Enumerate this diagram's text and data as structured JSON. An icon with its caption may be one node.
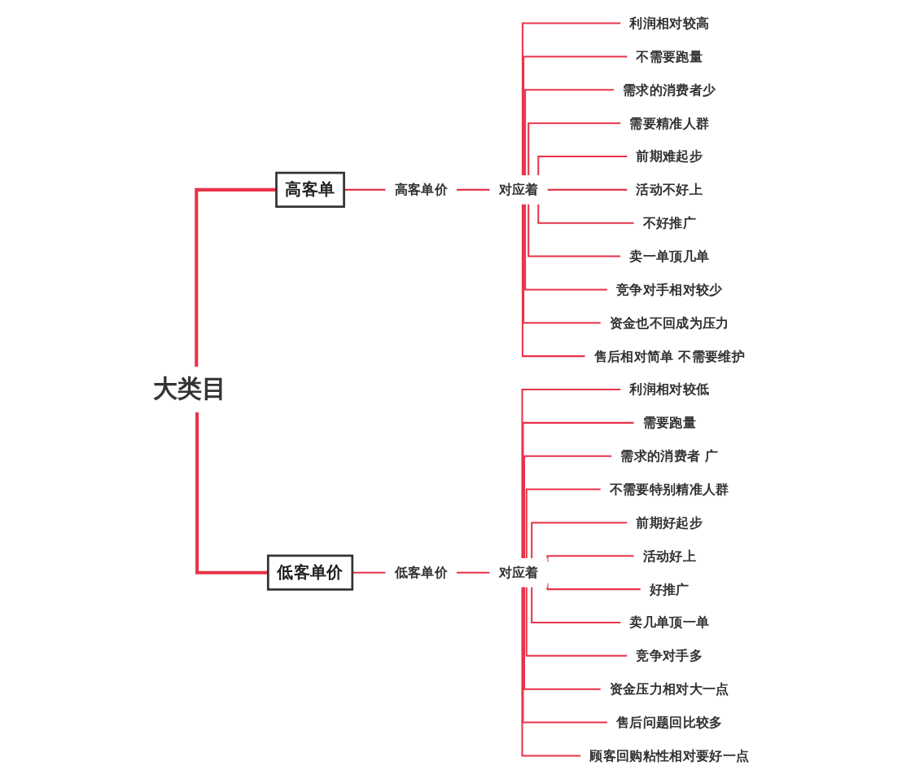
{
  "diagram": {
    "nodes": [
      {
        "text": [
          "大类目"
        ]
      },
      {
        "text": [
          "高客单"
        ]
      },
      {
        "text": [
          "高客单价"
        ]
      },
      {
        "text": [
          "对应着"
        ]
      },
      {
        "text": [
          "利润相对较高"
        ]
      },
      {
        "text": [
          "不需要跑量"
        ]
      },
      {
        "text": [
          "需求的消费者少"
        ]
      },
      {
        "text": [
          "需要精准人群"
        ]
      },
      {
        "text": [
          "前期难起步"
        ]
      },
      {
        "text": [
          "活动不好上"
        ]
      },
      {
        "text": [
          "不好推广"
        ]
      },
      {
        "text": [
          "卖一单顶几单"
        ]
      },
      {
        "text": [
          "竞争对手相对较少"
        ]
      },
      {
        "text": [
          "资金也不回成为压力"
        ]
      },
      {
        "text": [
          "售后相对简单 不需要维护"
        ]
      },
      {
        "text": [
          "低客单价"
        ]
      },
      {
        "text": [
          "低客单价"
        ]
      },
      {
        "text": [
          "对应着"
        ]
      },
      {
        "text": [
          "利润相对较低"
        ]
      },
      {
        "text": [
          "需要跑量"
        ]
      },
      {
        "text": [
          "需求的消费者 广"
        ]
      },
      {
        "text": [
          "不需要特别精准人群"
        ]
      },
      {
        "text": [
          "前期好起步"
        ]
      },
      {
        "text": [
          "活动好上"
        ]
      },
      {
        "text": [
          "好推广"
        ]
      },
      {
        "text": [
          "卖几单顶一单"
        ]
      },
      {
        "text": [
          "竞争对手多"
        ]
      },
      {
        "text": [
          "资金压力相对大一点"
        ]
      },
      {
        "text": [
          "售后问题回比较多"
        ]
      },
      {
        "text": [
          "顾客回购粘性相对要好一点"
        ]
      }
    ],
    "edges": [
      {
        "from": 0,
        "to": 1,
        "arrow": "none"
      },
      {
        "from": 1,
        "to": 2,
        "arrow": "none"
      },
      {
        "from": 2,
        "to": 3,
        "arrow": "none"
      },
      {
        "from": 3,
        "to": 4,
        "arrow": "none"
      },
      {
        "from": 3,
        "to": 5,
        "arrow": "none"
      },
      {
        "from": 3,
        "to": 6,
        "arrow": "none"
      },
      {
        "from": 3,
        "to": 7,
        "arrow": "none"
      },
      {
        "from": 3,
        "to": 8,
        "arrow": "none"
      },
      {
        "from": 3,
        "to": 9,
        "arrow": "none"
      },
      {
        "from": 3,
        "to": 10,
        "arrow": "none"
      },
      {
        "from": 3,
        "to": 11,
        "arrow": "none"
      },
      {
        "from": 3,
        "to": 12,
        "arrow": "none"
      },
      {
        "from": 3,
        "to": 13,
        "arrow": "none"
      },
      {
        "from": 3,
        "to": 14,
        "arrow": "none"
      },
      {
        "from": 0,
        "to": 15,
        "arrow": "none"
      },
      {
        "from": 15,
        "to": 16,
        "arrow": "none"
      },
      {
        "from": 16,
        "to": 17,
        "arrow": "none"
      },
      {
        "from": 17,
        "to": 18,
        "arrow": "none"
      },
      {
        "from": 17,
        "to": 19,
        "arrow": "none"
      },
      {
        "from": 17,
        "to": 20,
        "arrow": "none"
      },
      {
        "from": 17,
        "to": 21,
        "arrow": "none"
      },
      {
        "from": 17,
        "to": 22,
        "arrow": "none"
      },
      {
        "from": 17,
        "to": 23,
        "arrow": "none"
      },
      {
        "from": 17,
        "to": 24,
        "arrow": "none"
      },
      {
        "from": 17,
        "to": 25,
        "arrow": "none"
      },
      {
        "from": 17,
        "to": 26,
        "arrow": "none"
      },
      {
        "from": 17,
        "to": 27,
        "arrow": "none"
      },
      {
        "from": 17,
        "to": 28,
        "arrow": "none"
      },
      {
        "from": 17,
        "to": 29,
        "arrow": "none"
      }
    ]
  }
}
